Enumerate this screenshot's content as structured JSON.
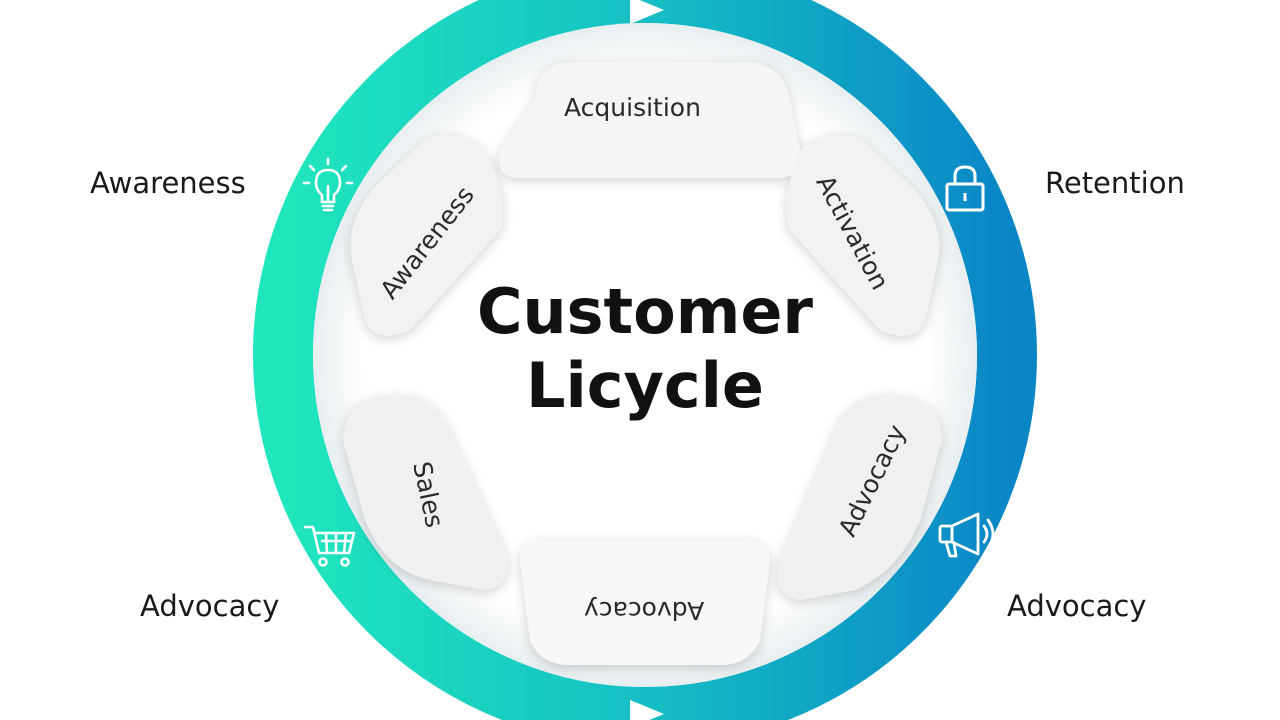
{
  "diagram": {
    "center": {
      "title_line1": "Customer",
      "title_line2": "Licycle"
    },
    "segment_labels": {
      "top": "Acquisition",
      "upper_left": "Awareness",
      "upper_right": "Activation",
      "lower_left": "Sales",
      "lower_right": "Advocacy",
      "bottom": "Advocacy"
    },
    "outer_labels": {
      "top_left": "Awareness",
      "top_right": "Retention",
      "bottom_left": "Advocacy",
      "bottom_right": "Advocacy"
    },
    "icons": {
      "top_left": "lightbulb-icon",
      "top_right": "lock-icon",
      "bottom_left": "shopping-cart-icon",
      "bottom_right": "megaphone-icon"
    },
    "colors": {
      "ring_start": "#1ee3bd",
      "ring_end": "#0a8ec8",
      "inner_background": "#f4f4f4",
      "text": "#1a1a1a"
    }
  }
}
